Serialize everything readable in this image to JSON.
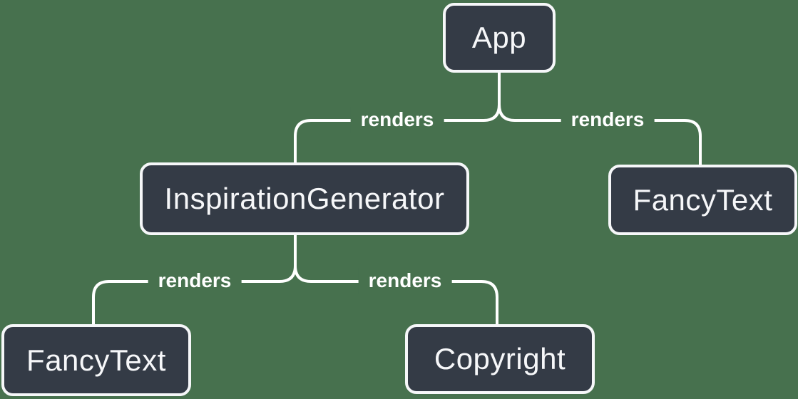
{
  "diagram": {
    "description": "render tree",
    "colors": {
      "background": "#47714E",
      "node_fill": "#343B46",
      "node_border": "#F6F7F9",
      "node_text": "#F6F7F9",
      "edge_line": "#FFFFFF",
      "edge_label_text": "#FFFFFF"
    },
    "nodes": [
      {
        "id": "app",
        "label": "App"
      },
      {
        "id": "inspiration-generator",
        "label": "InspirationGenerator"
      },
      {
        "id": "fancy-text-right",
        "label": "FancyText"
      },
      {
        "id": "fancy-text-left",
        "label": "FancyText"
      },
      {
        "id": "copyright",
        "label": "Copyright"
      }
    ],
    "edges": [
      {
        "from": "App",
        "to": "InspirationGenerator",
        "label": "renders"
      },
      {
        "from": "App",
        "to": "FancyText",
        "label": "renders"
      },
      {
        "from": "InspirationGenerator",
        "to": "FancyText",
        "label": "renders"
      },
      {
        "from": "InspirationGenerator",
        "to": "Copyright",
        "label": "renders"
      }
    ]
  }
}
